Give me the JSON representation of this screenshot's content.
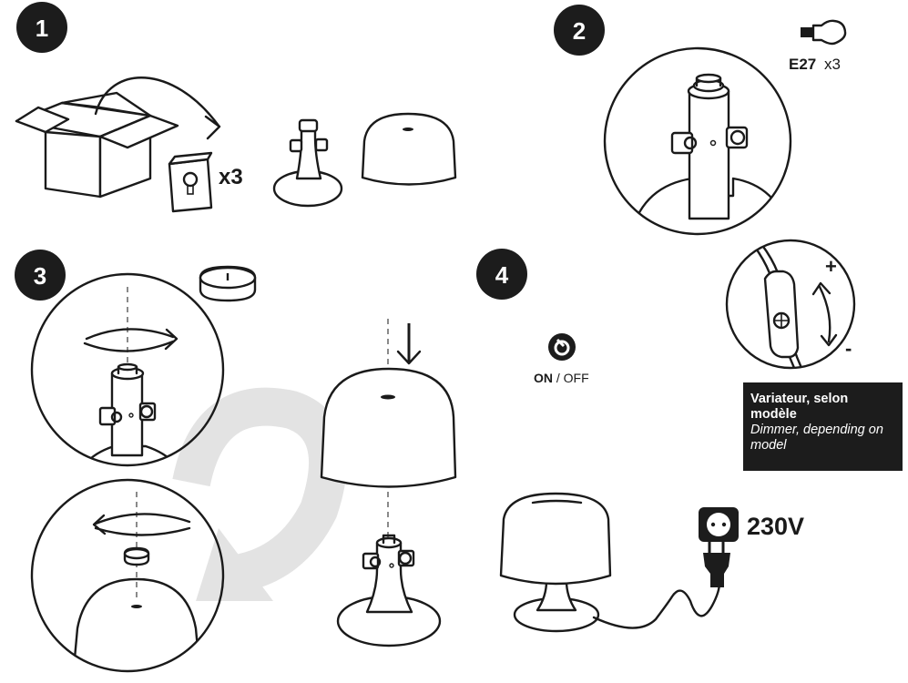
{
  "steps": [
    {
      "number": "1"
    },
    {
      "number": "2"
    },
    {
      "number": "3"
    },
    {
      "number": "4"
    }
  ],
  "step1": {
    "bulb_quantity": "x3"
  },
  "step2": {
    "bulb_type": "E27",
    "bulb_quantity": "x3"
  },
  "step4": {
    "switch_on": "ON",
    "switch_separator": " / ",
    "switch_off": "OFF",
    "dimmer_label_fr": "Variateur, selon modèle",
    "dimmer_label_en": "Dimmer, depending on model",
    "dimmer_plus": "+",
    "dimmer_minus": "-",
    "voltage": "230V"
  },
  "colors": {
    "ink": "#1a1a1a",
    "badge": "#1c1c1c",
    "rotate_arrow": "#e3e3e3",
    "dashed_axis": "#8a8a8a"
  },
  "icons": [
    "box-icon",
    "bulb-box-icon",
    "lamp-base-icon",
    "lamp-shade-icon",
    "bulb-icon",
    "rotate-arrow-icon",
    "power-button-icon",
    "plug-icon",
    "socket-icon"
  ]
}
